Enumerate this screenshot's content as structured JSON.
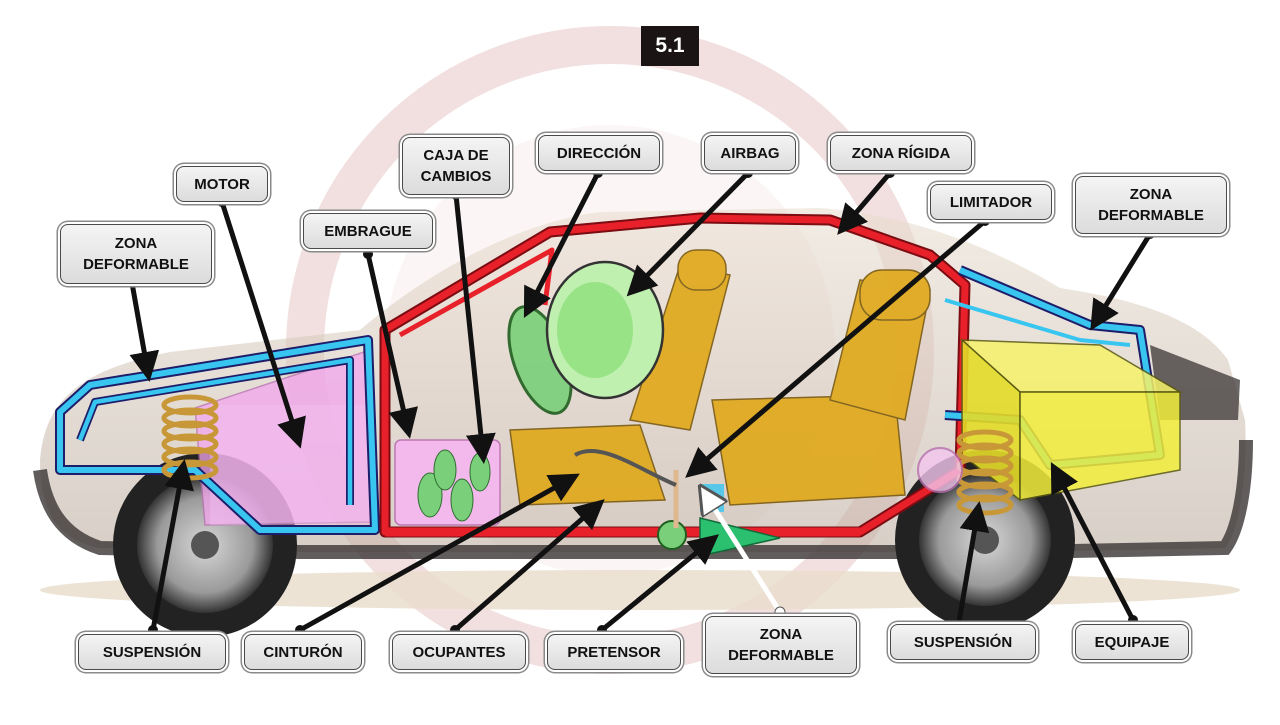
{
  "figure": {
    "number": "5.1"
  },
  "labels": {
    "zona_deformable_front": "ZONA\nDEFORMABLE",
    "motor": "MOTOR",
    "embrague": "EMBRAGUE",
    "caja_de_cambios": "CAJA DE\nCAMBIOS",
    "direccion": "DIRECCIÓN",
    "airbag": "AIRBAG",
    "zona_rigida": "ZONA RÍGIDA",
    "limitador": "LIMITADOR",
    "zona_deformable_rear": "ZONA\nDEFORMABLE",
    "suspension_front": "SUSPENSIÓN",
    "cinturon": "CINTURÓN",
    "ocupantes": "OCUPANTES",
    "pretensor": "PRETENSOR",
    "zona_deformable_floor": "ZONA\nDEFORMABLE",
    "suspension_rear": "SUSPENSIÓN",
    "equipaje": "EQUIPAJE"
  },
  "colors": {
    "rigid_cage": "#e8202a",
    "deformable_frame": "#38c6f0",
    "motor_block": "#f3a6ee",
    "seat": "#e0a818",
    "luggage_box": "#f2ee3a",
    "airbag": "#8ee07a",
    "spring": "#c89838",
    "car_body": "#3a3434",
    "arrow": "#111111"
  }
}
